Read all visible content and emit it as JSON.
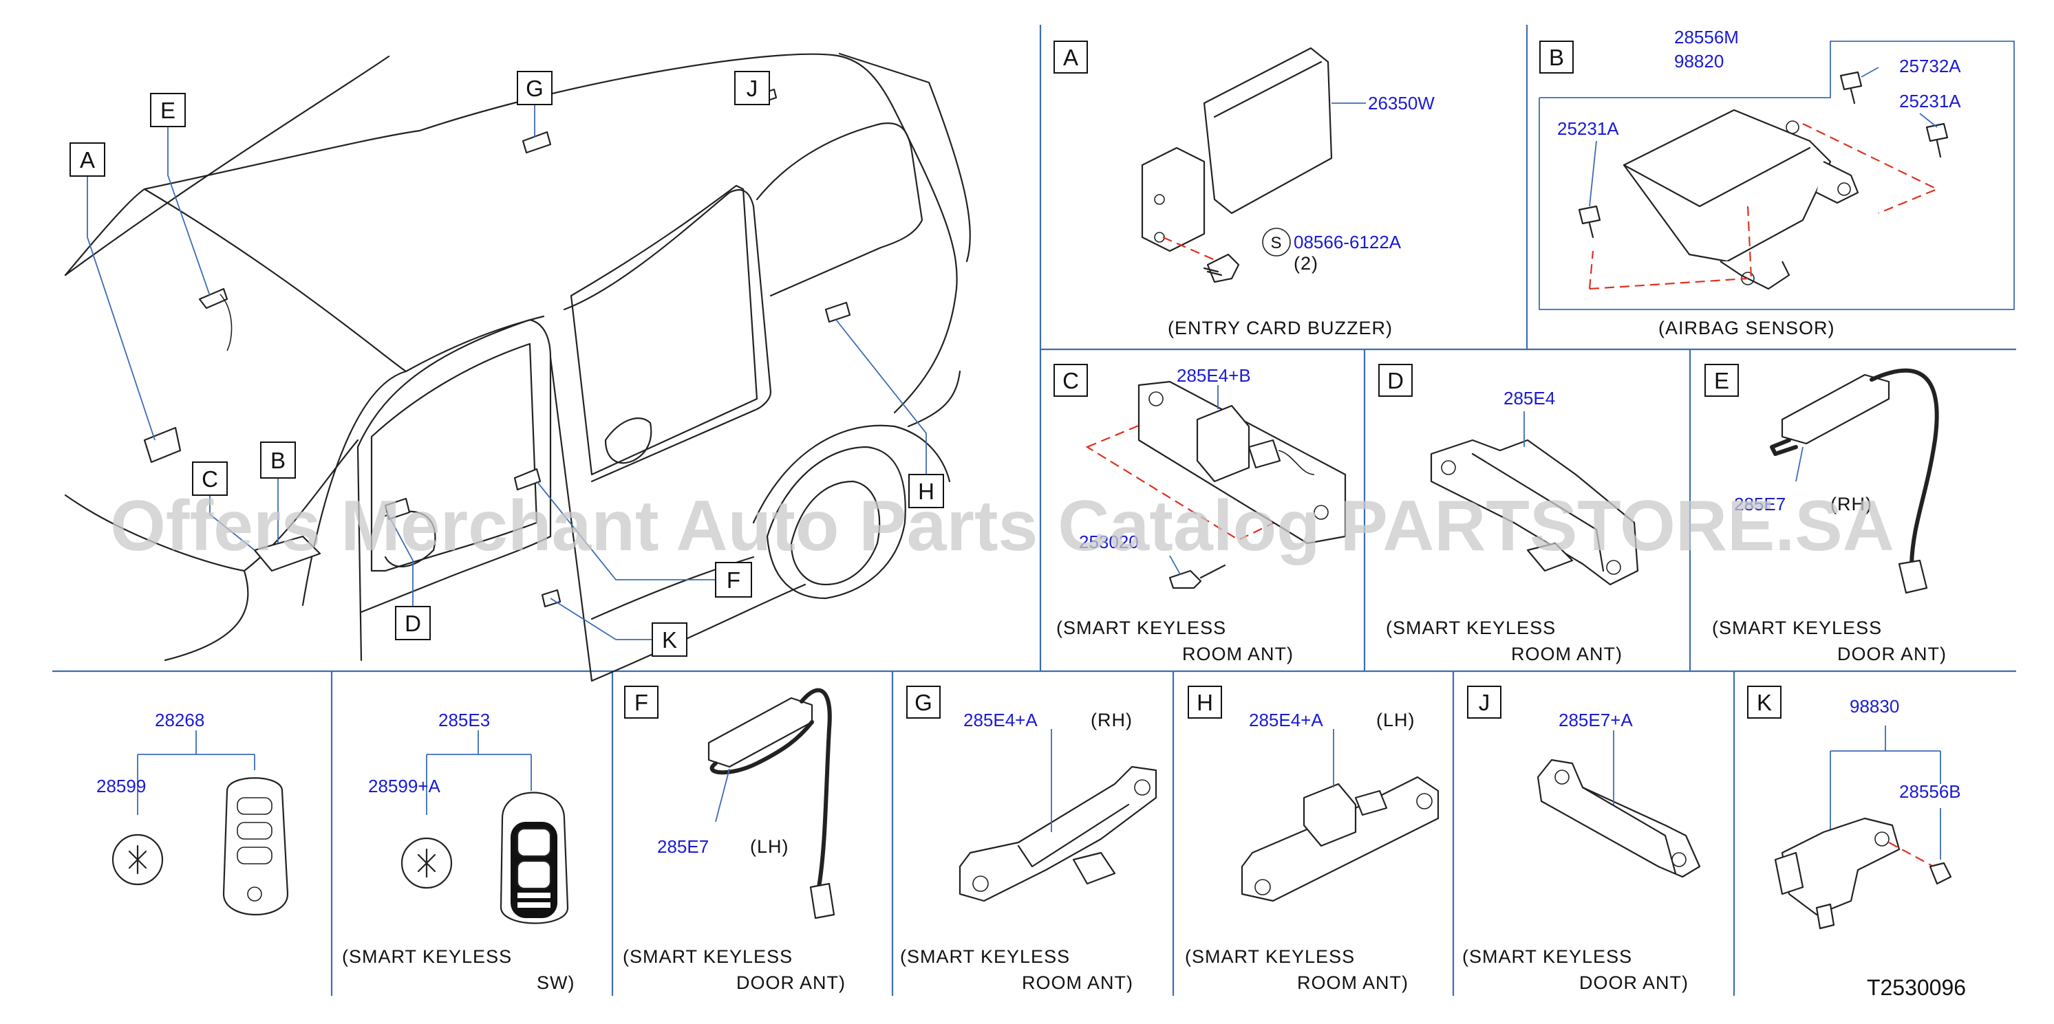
{
  "watermark": "Offers Merchant Auto Parts Catalog PARTSTORE.SA",
  "diagram_id": "T2530096",
  "overview": {
    "callouts": {
      "A": "A",
      "B": "B",
      "C": "C",
      "D": "D",
      "E": "E",
      "F": "F",
      "G": "G",
      "H": "H",
      "J": "J",
      "K": "K"
    }
  },
  "panels": {
    "A": {
      "letter": "A",
      "part1": "26350W",
      "bolt": "08566-6122A",
      "bolt_symbol": "S",
      "qty": "(2)",
      "caption": "(ENTRY   CARD   BUZZER)"
    },
    "B": {
      "letter": "B",
      "part1": "28556M",
      "part2": "98820",
      "bolt_l": "25231A",
      "bolt_r1": "25732A",
      "bolt_r2": "25231A",
      "caption": "(AIRBAG   SENSOR)"
    },
    "C": {
      "letter": "C",
      "part1": "285E4+B",
      "screw": "253020",
      "caption1": "(SMART   KEYLESS",
      "caption2": "ROOM   ANT)"
    },
    "D": {
      "letter": "D",
      "part1": "285E4",
      "caption1": "(SMART   KEYLESS",
      "caption2": "ROOM   ANT)"
    },
    "E": {
      "letter": "E",
      "part1": "285E7",
      "side": "(RH)",
      "caption1": "(SMART   KEYLESS",
      "caption2": "DOOR   ANT)"
    },
    "remote": {
      "part1": "28268",
      "battery": "28599"
    },
    "smart": {
      "part1": "285E3",
      "battery": "28599+A",
      "caption1": "(SMART   KEYLESS",
      "caption2": "SW)"
    },
    "F": {
      "letter": "F",
      "part1": "285E7",
      "side": "(LH)",
      "caption1": "(SMART   KEYLESS",
      "caption2": "DOOR   ANT)"
    },
    "G": {
      "letter": "G",
      "part1": "285E4+A",
      "side": "(RH)",
      "caption1": "(SMART   KEYLESS",
      "caption2": "ROOM   ANT)"
    },
    "H": {
      "letter": "H",
      "part1": "285E4+A",
      "side": "(LH)",
      "caption1": "(SMART   KEYLESS",
      "caption2": "ROOM   ANT)"
    },
    "J": {
      "letter": "J",
      "part1": "285E7+A",
      "caption1": "(SMART   KEYLESS",
      "caption2": "DOOR   ANT)"
    },
    "K": {
      "letter": "K",
      "part1": "98830",
      "part2": "28556B"
    }
  }
}
